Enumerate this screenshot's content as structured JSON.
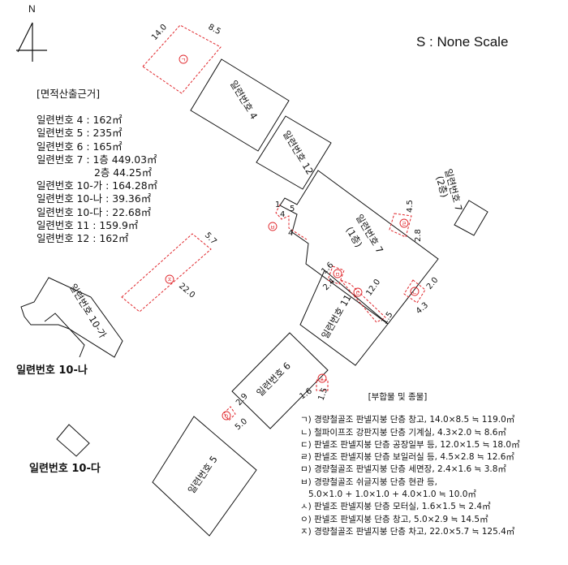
{
  "north": "N",
  "scale_note": "S : None Scale",
  "area_basis": {
    "title": "[면적산출근거]",
    "rows": [
      "일련번호 4 : 162㎡",
      "일련번호 5 : 235㎡",
      "일련번호 6 : 165㎡",
      "일련번호 7 : 1층 449.03㎡",
      "2층 44.25㎡",
      "일련번호 10-가 : 164.28㎡",
      "일련번호 10-나 : 39.36㎡",
      "일련번호 10-다 : 22.68㎡",
      "일련번호 11 : 159.9㎡",
      "일련번호 12 : 162㎡"
    ]
  },
  "buildings": {
    "b4": "일련번호 4",
    "b12": "일련번호 12",
    "b7": "일련번호 7",
    "b7_floor": "(1층)",
    "b7_2f": "일련번호 7",
    "b7_2f_floor": "(2층)",
    "b11": "일련번호 11",
    "b6": "일련번호 6",
    "b5": "일련번호 5",
    "b10ga": "일련번호 10-가",
    "b10na": "일련번호 10-나",
    "b10da": "일련번호 10-다"
  },
  "dimensions": {
    "d_14_0": "14.0",
    "d_8_5": "8.5",
    "d_5_7": "5.7",
    "d_22_0": "22.0",
    "d_1": "1",
    "d_4": "4",
    "d_5": "5",
    "d_4b": "4",
    "d_4_5": "4.5",
    "d_2_8": "2.8",
    "d_1_6": "1.6",
    "d_2_4": "2.4",
    "d_12_0": "12.0",
    "d_2_0": "2.0",
    "d_4_3": "4.3",
    "d_1_5": "1.5",
    "d_1_6b": "1.6",
    "d_1_5b": "1.5",
    "d_2_9": "2.9",
    "d_5_0": "5.0"
  },
  "markers": {
    "ga": "ㄱ",
    "na": "ㄴ",
    "da": "ㄷ",
    "ra": "ㄹ",
    "ma": "ㅁ",
    "ba": "ㅂ",
    "sa": "ㅅ",
    "a": "ㅇ",
    "ja": "ㅈ"
  },
  "legend": {
    "title": "[부합물 및 종물]",
    "rows": [
      "ㄱ) 경량철골조 판넬지붕 단층 창고, 14.0×8.5 ≒ 119.0㎡",
      "ㄴ) 철파이프조 강판지붕 단층 기계실, 4.3×2.0 ≒ 8.6㎡",
      "ㄷ) 판넬조 판넬지붕 단층 공장일부 등, 12.0×1.5 ≒ 18.0㎡",
      "ㄹ) 판넬조 판넬지붕 단층 보일러실 등, 4.5×2.8 ≒ 12.6㎡",
      "ㅁ) 경량철골조 판넬지붕 단층 세면장, 2.4×1.6 ≒ 3.8㎡",
      "ㅂ) 경량철골조 쉬글지붕 단층 현관 등,",
      "5.0×1.0 + 1.0×1.0 + 4.0×1.0 ≒ 10.0㎡",
      "ㅅ) 판넬조 판넬지붕 단층 모터실, 1.6×1.5 ≒ 2.4㎡",
      "ㅇ) 판넬조 판넬지붕 단층 창고, 5.0×2.9 ≒ 14.5㎡",
      "ㅈ) 경량철골조 판넬지붕 단층 차고, 22.0×5.7 ≒ 125.4㎡"
    ]
  },
  "colors": {
    "line": "#111111",
    "annex": "#e0262b"
  }
}
